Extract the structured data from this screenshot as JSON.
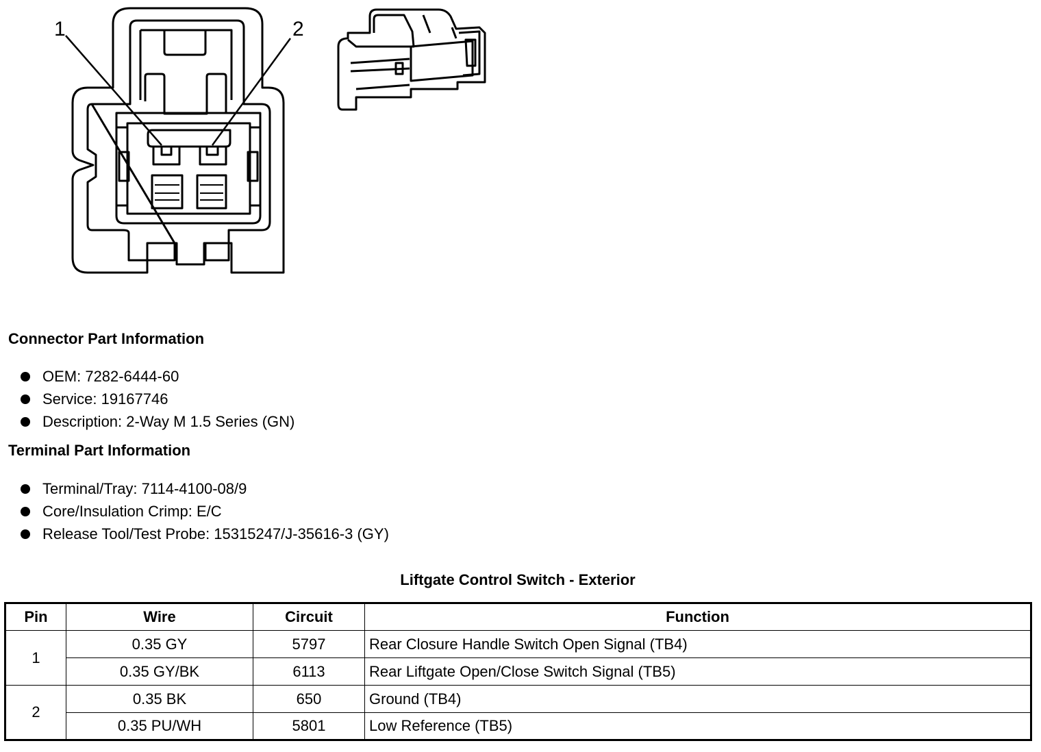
{
  "connector_diagram": {
    "pin_labels": [
      "1",
      "2"
    ]
  },
  "connector_part_info": {
    "heading": "Connector Part Information",
    "items": [
      "OEM: 7282-6444-60",
      "Service: 19167746",
      "Description: 2-Way M 1.5 Series (GN)"
    ]
  },
  "terminal_part_info": {
    "heading": "Terminal Part Information",
    "items": [
      "Terminal/Tray: 7114-4100-08/9",
      "Core/Insulation Crimp: E/C",
      "Release Tool/Test Probe: 15315247/J-35616-3 (GY)"
    ]
  },
  "table": {
    "title": "Liftgate Control Switch - Exterior",
    "headers": [
      "Pin",
      "Wire",
      "Circuit",
      "Function"
    ],
    "groups": [
      {
        "pin": "1",
        "rows": [
          {
            "wire": "0.35 GY",
            "circuit": "5797",
            "function": "Rear Closure Handle Switch Open Signal (TB4)"
          },
          {
            "wire": "0.35 GY/BK",
            "circuit": "6113",
            "function": "Rear Liftgate Open/Close Switch Signal (TB5)"
          }
        ]
      },
      {
        "pin": "2",
        "rows": [
          {
            "wire": "0.35 BK",
            "circuit": "650",
            "function": "Ground (TB4)"
          },
          {
            "wire": "0.35 PU/WH",
            "circuit": "5801",
            "function": "Low Reference (TB5)"
          }
        ]
      }
    ]
  }
}
